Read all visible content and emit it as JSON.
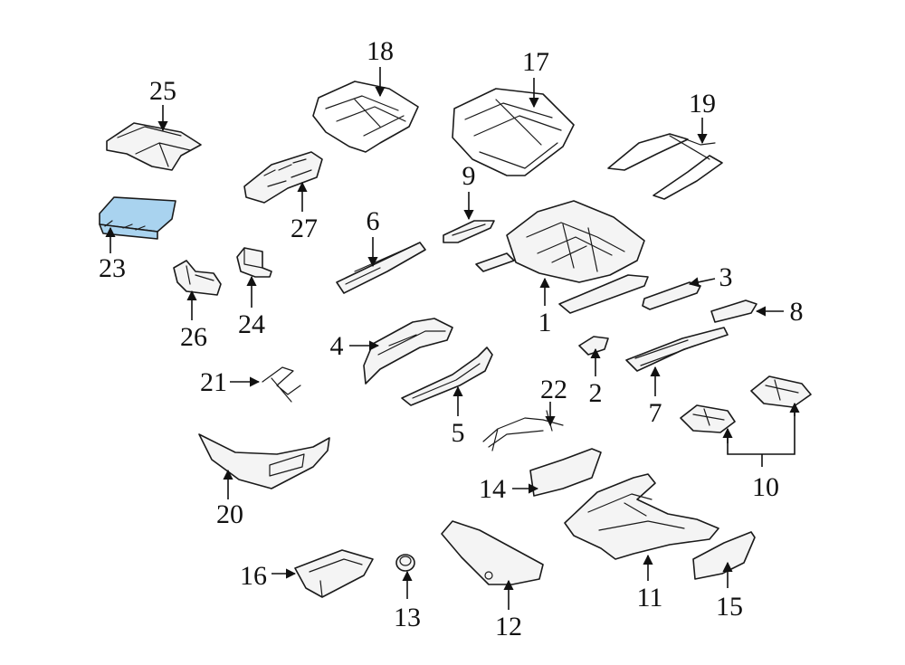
{
  "highlight_color": "#a9d3ef",
  "callouts": [
    {
      "label": "1"
    },
    {
      "label": "2"
    },
    {
      "label": "3"
    },
    {
      "label": "4"
    },
    {
      "label": "5"
    },
    {
      "label": "6"
    },
    {
      "label": "7"
    },
    {
      "label": "8"
    },
    {
      "label": "9"
    },
    {
      "label": "10"
    },
    {
      "label": "11"
    },
    {
      "label": "12"
    },
    {
      "label": "13"
    },
    {
      "label": "14"
    },
    {
      "label": "15"
    },
    {
      "label": "16"
    },
    {
      "label": "17"
    },
    {
      "label": "18"
    },
    {
      "label": "19"
    },
    {
      "label": "20"
    },
    {
      "label": "21"
    },
    {
      "label": "22"
    },
    {
      "label": "23"
    },
    {
      "label": "24"
    },
    {
      "label": "25"
    },
    {
      "label": "26"
    },
    {
      "label": "27"
    }
  ]
}
